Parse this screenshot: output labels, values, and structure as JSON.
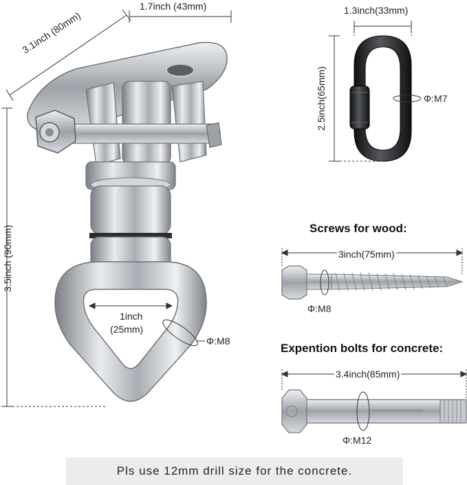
{
  "swivel": {
    "base_width": "3.1inch (80mm)",
    "base_depth": "1.7inch (43mm)",
    "height": "3.5inch (90mm)",
    "ring_inner_line1": "1inch",
    "ring_inner_line2": "(25mm)",
    "ring_thread": "Φ:M8"
  },
  "carabiner": {
    "width": "1.3inch(33mm)",
    "height": "2.5inch(65mm)",
    "thread": "Φ:M7"
  },
  "wood_screw": {
    "heading": "Screws for wood:",
    "length": "3inch(75mm)",
    "thread": "Φ:M8"
  },
  "concrete_bolt": {
    "heading": "Expention bolts for concrete:",
    "length": "3.4inch(85mm)",
    "thread": "Φ:M12"
  },
  "banner": "Pls use 12mm drill size for the concrete.",
  "colors": {
    "steel": "#b9bcc1",
    "dark_steel": "#6e7379",
    "black_link": "#1c1c1e",
    "banner_bg": "#ececec"
  }
}
